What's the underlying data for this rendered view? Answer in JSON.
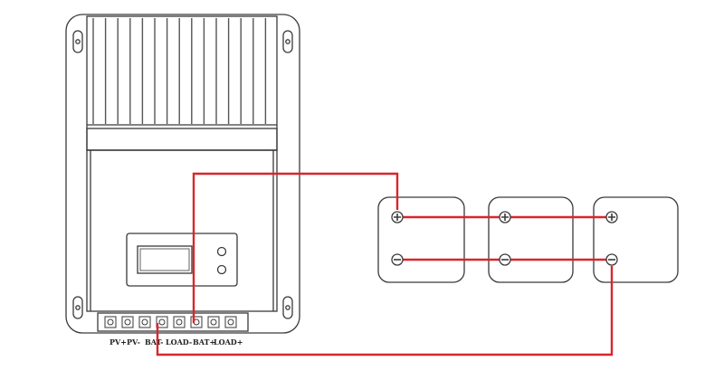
{
  "terminals": [
    {
      "id": "pv-plus",
      "label": "PV+"
    },
    {
      "id": "pv-minus",
      "label": "PV-"
    },
    {
      "id": "bat-minus",
      "label": "BAT-"
    },
    {
      "id": "load-minus",
      "label": "LOAD-"
    },
    {
      "id": "bat-plus",
      "label": "BAT+"
    },
    {
      "id": "load-plus",
      "label": "LOAD+"
    }
  ],
  "batteries": [
    {
      "id": "battery-1",
      "positive": "+",
      "negative": "−"
    },
    {
      "id": "battery-2",
      "positive": "+",
      "negative": "−"
    },
    {
      "id": "battery-3",
      "positive": "+",
      "negative": "−"
    }
  ],
  "colors": {
    "wire": "#d8262e",
    "outline": "#3a3a3a",
    "fin": "#555555"
  },
  "icons": {
    "positive_terminal": "plus-circle-icon",
    "negative_terminal": "minus-circle-icon",
    "mounting_slot": "slot-icon"
  }
}
